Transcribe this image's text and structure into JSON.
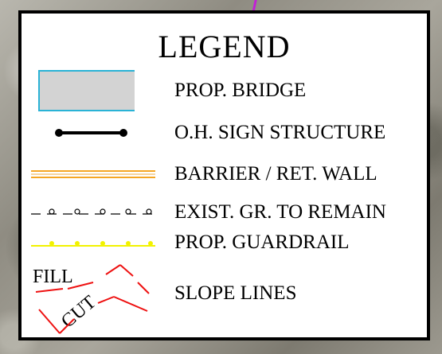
{
  "legend": {
    "title": "LEGEND",
    "items": [
      {
        "symbol": "bridge-rect",
        "label": "PROP. BRIDGE"
      },
      {
        "symbol": "sign-structure-line",
        "label": "O.H. SIGN STRUCTURE"
      },
      {
        "symbol": "barrier-double-line",
        "label": "BARRIER / RET. WALL"
      },
      {
        "symbol": "dashed-circle-line",
        "label": "EXIST. GR. TO REMAIN"
      },
      {
        "symbol": "yellow-dotted-line",
        "label": "PROP. GUARDRAIL"
      },
      {
        "symbol": "slope-lines",
        "label": "SLOPE LINES"
      }
    ],
    "slope_fill_label": "FILL",
    "slope_cut_label": "CUT",
    "colors": {
      "bridge_fill": "#d3d3d3",
      "bridge_border": "#2ab3d6",
      "barrier_outer": "#f5a623",
      "guardrail": "#f2f200",
      "slope": "#ee1111",
      "panel_border": "#000000"
    }
  }
}
